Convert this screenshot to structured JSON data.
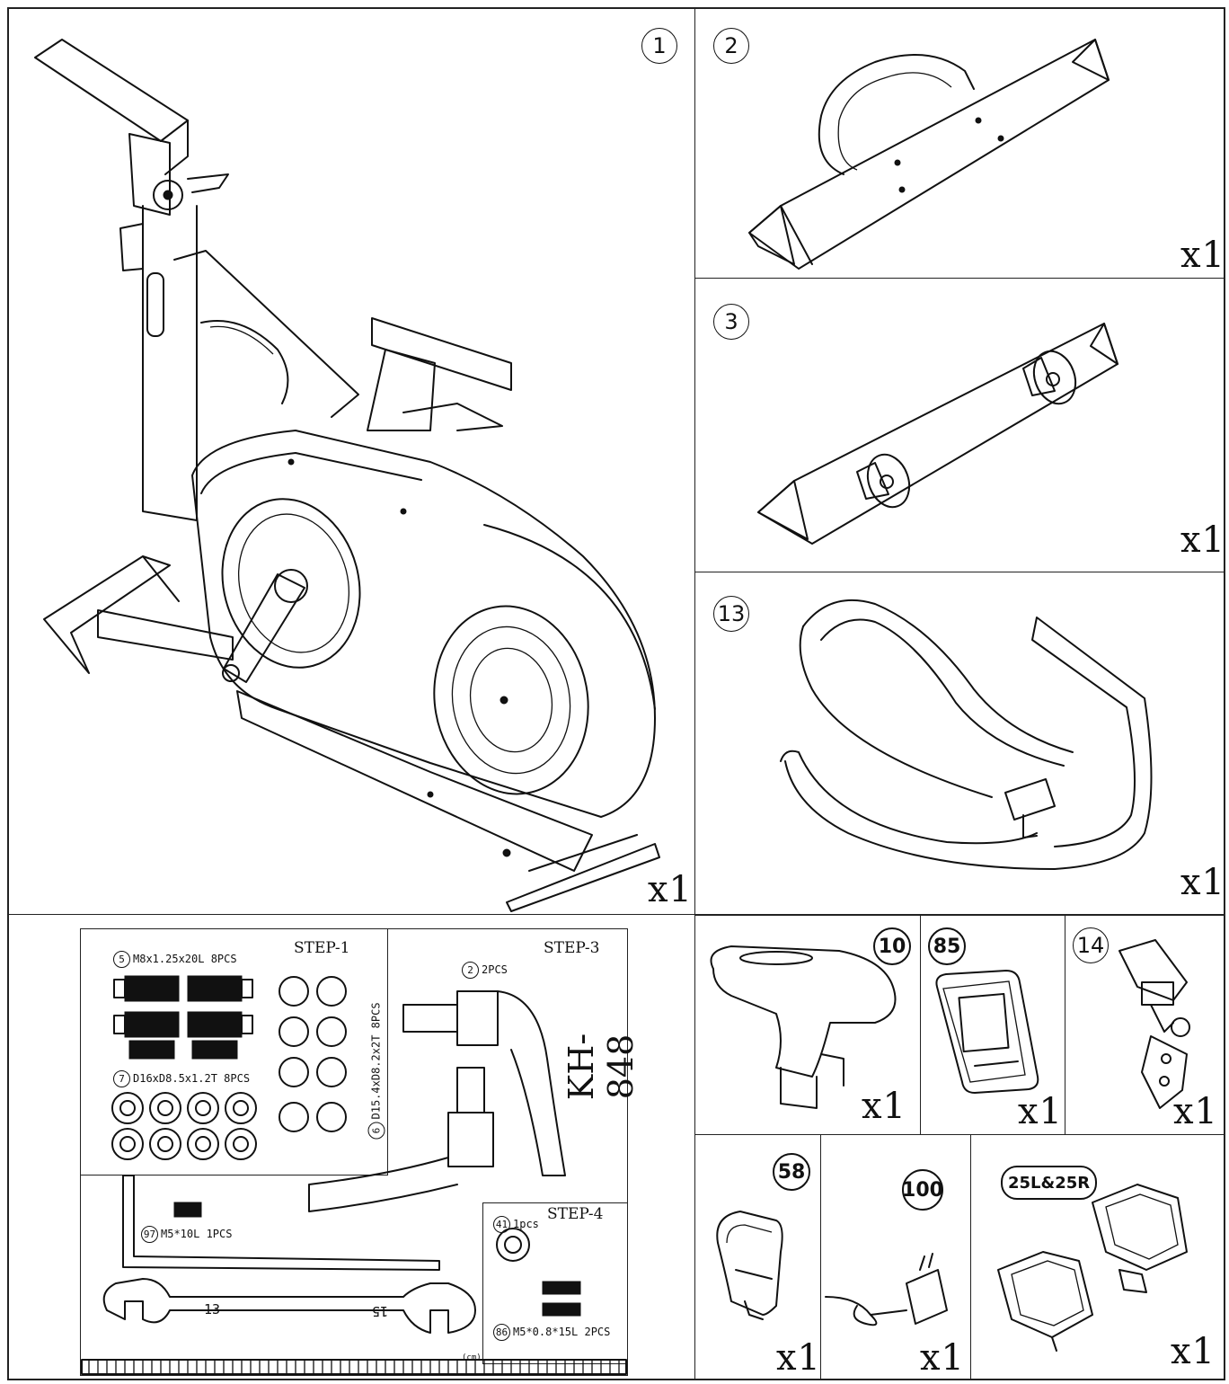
{
  "parts": [
    {
      "id": "1",
      "qty": "x1"
    },
    {
      "id": "2",
      "qty": "x1"
    },
    {
      "id": "3",
      "qty": "x1"
    },
    {
      "id": "13",
      "qty": "x1"
    },
    {
      "id": "10",
      "qty": "x1"
    },
    {
      "id": "85",
      "qty": "x1"
    },
    {
      "id": "14",
      "qty": "x1"
    },
    {
      "id": "58",
      "qty": "x1"
    },
    {
      "id": "100",
      "qty": "x1"
    },
    {
      "id": "25L&25R",
      "qty": "x1"
    }
  ],
  "hardware": {
    "step1": "STEP-1",
    "step3": "STEP-3",
    "step4": "STEP-4",
    "model": "KH-848",
    "item5": {
      "num": "5",
      "text": "M8x1.25x20L 8PCS"
    },
    "item7": {
      "num": "7",
      "text": "D16xD8.5x1.2T 8PCS"
    },
    "item6": {
      "num": "6",
      "text": "D15.4xD8.2x2T 8PCS"
    },
    "item2": {
      "num": "2",
      "text": "2PCS"
    },
    "item97": {
      "num": "97",
      "text": "M5*10L 1PCS"
    },
    "item41": {
      "num": "41",
      "text": "1pcs"
    },
    "item86": {
      "num": "86",
      "text": "M5*0.8*15L 2PCS"
    },
    "wrench_left": "13",
    "wrench_right": "15",
    "unit": "(cm)"
  }
}
